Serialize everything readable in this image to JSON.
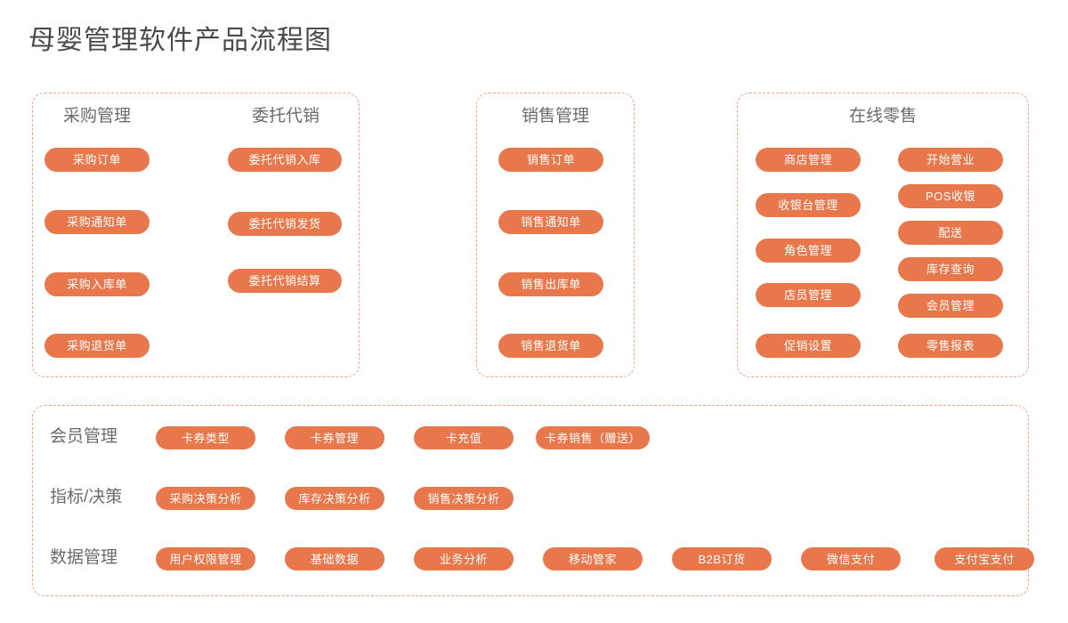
{
  "page": {
    "title": "母婴管理软件产品流程图",
    "accent_color": "#e8784b",
    "panel_border_color": "#f0a383",
    "heading_color": "#6b6b6b",
    "background_color": "#ffffff"
  },
  "panels": [
    {
      "id": "procurement-consignment",
      "columns": [
        {
          "header": "采购管理",
          "items": [
            "采购订单",
            "采购通知单",
            "采购入库单",
            "采购退货单"
          ]
        },
        {
          "header": "委托代销",
          "items": [
            "委托代销入库",
            "委托代销发货",
            "委托代销结算"
          ]
        }
      ]
    },
    {
      "id": "sales",
      "columns": [
        {
          "header": "销售管理",
          "items": [
            "销售订单",
            "销售通知单",
            "销售出库单",
            "销售退货单"
          ]
        }
      ]
    },
    {
      "id": "online-retail",
      "header": "在线零售",
      "columns": [
        {
          "header": "",
          "items": [
            "商店管理",
            "收银台管理",
            "角色管理",
            "店员管理",
            "促销设置"
          ]
        },
        {
          "header": "",
          "items": [
            "开始营业",
            "POS收银",
            "配送",
            "库存查询",
            "会员管理",
            "零售报表"
          ]
        }
      ]
    }
  ],
  "bottom_panel": {
    "rows": [
      {
        "label": "会员管理",
        "items": [
          "卡券类型",
          "卡券管理",
          "卡充值",
          "卡券销售（赠送）"
        ]
      },
      {
        "label": "指标/决策",
        "items": [
          "采购决策分析",
          "库存决策分析",
          "销售决策分析"
        ]
      },
      {
        "label": "数据管理",
        "items": [
          "用户权限管理",
          "基础数据",
          "业务分析",
          "移动管家",
          "B2B订货",
          "微信支付",
          "支付宝支付"
        ]
      }
    ]
  }
}
